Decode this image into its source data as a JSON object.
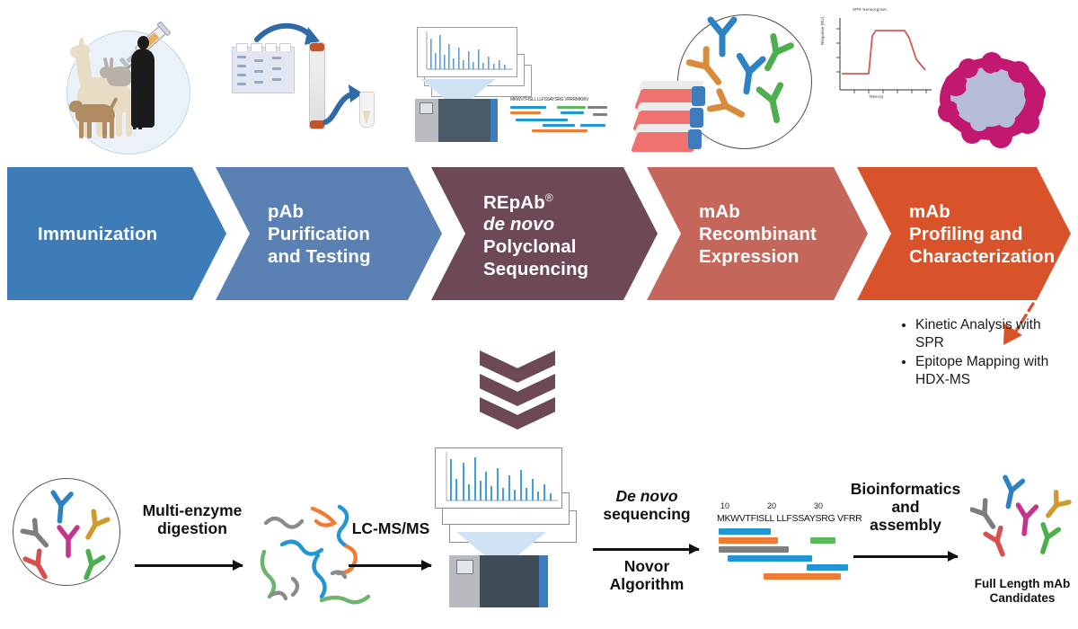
{
  "workflow": {
    "stages": [
      {
        "id": "immunization",
        "label": "Immunization",
        "color": "#3e7cb8"
      },
      {
        "id": "pab-purification",
        "label_lines": [
          "pAb",
          "Purification",
          "and Testing"
        ],
        "color": "#5b80b4"
      },
      {
        "id": "repab-sequencing",
        "label_lines": [
          "REpAb",
          "de novo",
          "Polyclonal",
          "Sequencing"
        ],
        "brand": "REpAb",
        "registered": "®",
        "italic_line": "de novo",
        "color": "#6d4857"
      },
      {
        "id": "mab-expression",
        "label_lines": [
          "mAb",
          "Recombinant",
          "Expression"
        ],
        "color": "#c4675a"
      },
      {
        "id": "mab-profiling",
        "label_lines": [
          "mAb",
          "Profiling and",
          "Characterization"
        ],
        "color": "#d9532a"
      }
    ]
  },
  "outcomes": {
    "items": [
      "Kinetic Analysis with SPR",
      "Epitope Mapping with HDX-MS"
    ],
    "arrow_color": "#d9532a"
  },
  "illustrations": {
    "immunization": {
      "name": "animal-immunization-icon",
      "subjects": [
        "llama",
        "rabbit",
        "dog",
        "human"
      ],
      "tool": "syringe"
    },
    "purification": {
      "name": "pab-purification-icon",
      "items": [
        "gel-blot",
        "affinity-column",
        "microcentrifuge-tube"
      ]
    },
    "mass_spec_top": {
      "name": "mass-spectrometry-icon",
      "items": [
        "spectra-sheets",
        "mass-spectrometer",
        "peptide-coverage"
      ]
    },
    "expression": {
      "name": "recombinant-expression-icon",
      "items": [
        "cell-culture-flasks",
        "antibody-pool"
      ]
    },
    "spr": {
      "name": "spr-sensorgram-icon",
      "title": "SPR Sensorgram",
      "xlabel": "Time (s)",
      "ylabel": "Response (RU)",
      "curve_color": "#cf5b56"
    },
    "protein": {
      "name": "protein-structure-icon",
      "colors": [
        "#c2186f",
        "#b6bcd8"
      ]
    }
  },
  "bottom": {
    "start_caption": "",
    "steps": [
      {
        "id": "digestion",
        "lines": [
          "Multi-enzyme",
          "digestion"
        ]
      },
      {
        "id": "lcmsms",
        "lines": [
          "LC-MS/MS"
        ]
      },
      {
        "id": "de-novo",
        "lines_top": [
          "De novo",
          "sequencing"
        ],
        "lines_bottom": [
          "Novor",
          "Algorithm"
        ],
        "italic": "De novo"
      },
      {
        "id": "bioinformatics",
        "lines": [
          "Bioinformatics",
          "and",
          "assembly"
        ]
      }
    ],
    "sequence": {
      "ruler": [
        "10",
        "20",
        "30"
      ],
      "residues": "MKWVTFISLL LLFSSAYSRG VFRR",
      "bar_colors": [
        "#2196d6",
        "#ef7b35",
        "#7f7f7f",
        "#2196d6",
        "#5cb85c",
        "#2196d6",
        "#ef7b35"
      ]
    },
    "result_caption": [
      "Full Length mAb",
      "Candidates"
    ],
    "antibody_colors": [
      "#2d82c4",
      "#d09a2c",
      "#7d7d7d",
      "#c6338a",
      "#d94f4f",
      "#4cae4c"
    ]
  },
  "down_chevrons": {
    "name": "down-chevron-stack",
    "count": 3,
    "color": "#6d4857"
  }
}
